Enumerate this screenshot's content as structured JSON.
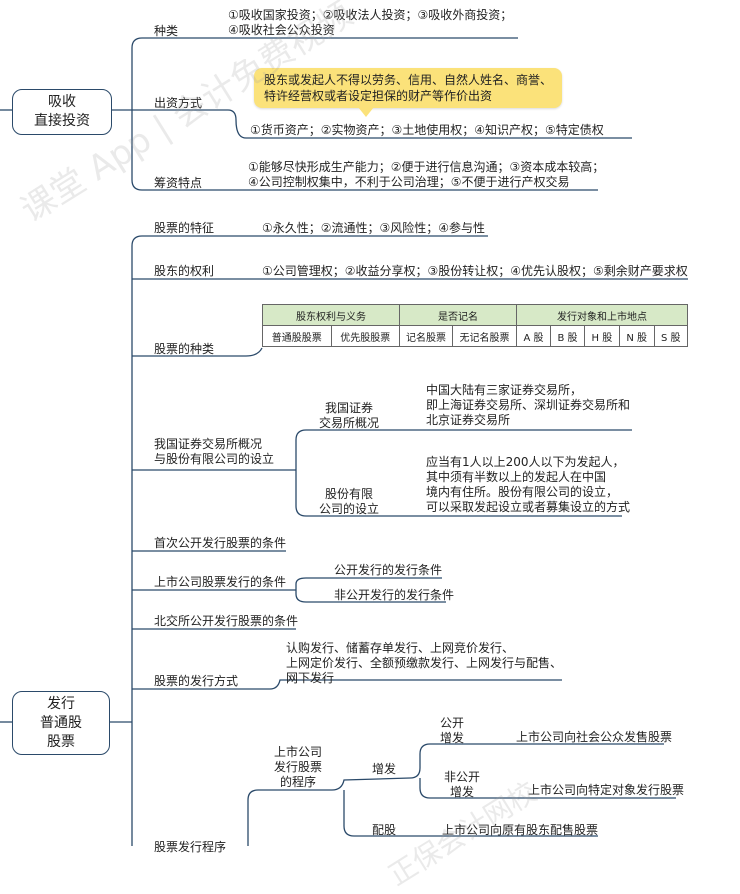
{
  "watermark": {
    "line1": "课堂 App | 会计免费视频",
    "line2": "正保会计网校"
  },
  "section1": {
    "title": "吸收\n直接投资",
    "kinds": {
      "label": "种类",
      "text": "①吸收国家投资；②吸收法人投资；③吸收外商投资；\n④吸收社会公众投资"
    },
    "contribution": {
      "label": "出资方式",
      "note": "股东或发起人不得以劳务、信用、自然人姓名、商誉、\n特许经营权或者设定担保的财产等作价出资",
      "text": "①货币资产；②实物资产；③土地使用权；④知识产权；⑤特定债权"
    },
    "features": {
      "label": "筹资特点",
      "text": "①能够尽快形成生产能力；②便于进行信息沟通；③资本成本较高；\n④公司控制权集中，不利于公司治理；⑤不便于进行产权交易"
    }
  },
  "section2": {
    "title": "发行\n普通股\n股票",
    "stock_features": {
      "label": "股票的特征",
      "text": "①永久性；②流通性；③风险性；④参与性"
    },
    "rights": {
      "label": "股东的权利",
      "text": "①公司管理权；②收益分享权；③股份转让权；④优先认股权；⑤剩余财产要求权"
    },
    "types": {
      "label": "股票的种类",
      "table_head": [
        "股东权利与义务",
        "是否记名",
        "发行对象和上市地点"
      ],
      "table_cells": [
        "普通股股票",
        "优先股股票",
        "记名股票",
        "无记名股票",
        "A 股",
        "B 股",
        "H 股",
        "N 股",
        "S 股"
      ]
    },
    "exchange": {
      "label": "我国证券交易所概况\n与股份有限公司的设立",
      "sub1": {
        "label": "我国证券\n交易所概况",
        "text": "中国大陆有三家证券交易所，\n即上海证券交易所、深圳证券交易所和\n北京证券交易所"
      },
      "sub2": {
        "label": "股份有限\n公司的设立",
        "text": "应当有1人以上200人以下为发起人，\n其中须有半数以上的发起人在中国\n境内有住所。股份有限公司的设立，\n可以采取发起设立或者募集设立的方式"
      }
    },
    "ipo": {
      "label": "首次公开发行股票的条件"
    },
    "listed": {
      "label": "上市公司股票发行的条件",
      "public": "公开发行的发行条件",
      "private": "非公开发行的发行条件"
    },
    "bse": {
      "label": "北交所公开发行股票的条件"
    },
    "methods": {
      "label": "股票的发行方式",
      "text": "认购发行、储蓄存单发行、上网竞价发行、\n上网定价发行、全额预缴款发行、上网发行与配售、\n网下发行"
    },
    "procedure": {
      "label": "股票发行程序",
      "listed_label": "上市公司\n发行股票\n的程序",
      "zengfa": "增发",
      "public_add": {
        "label": "公开\n增发",
        "text": "上市公司向社会公众发售股票"
      },
      "private_add": {
        "label": "非公开\n增发",
        "text": "上市公司向特定对象发行股票"
      },
      "peigu": {
        "label": "配股",
        "text": "上市公司向原有股东配售股票"
      }
    }
  },
  "colors": {
    "line": "#2b4a6a",
    "note": "#fbe27a",
    "table_head": "#d7e9c7"
  }
}
